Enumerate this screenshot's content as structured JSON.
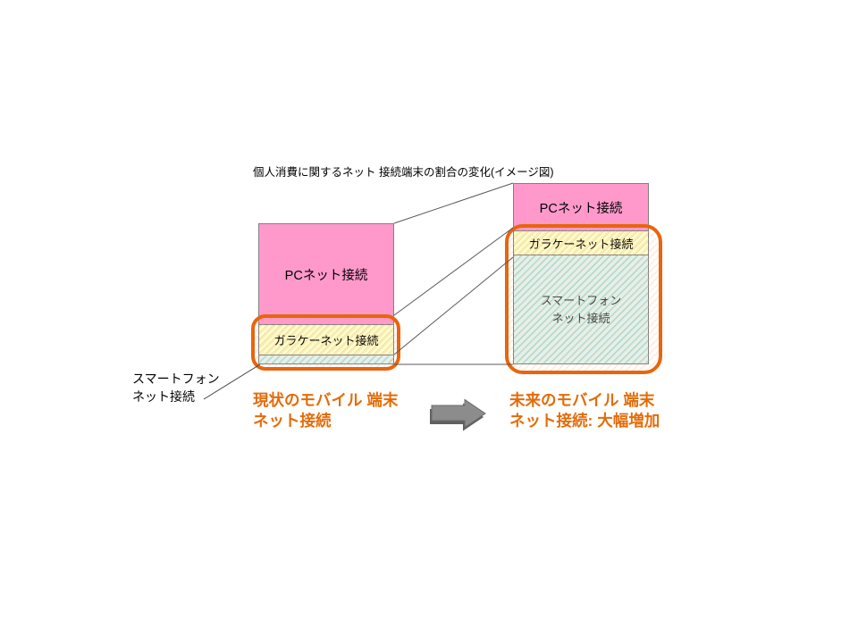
{
  "title": "個人消費に関するネット 接続端末の割合の変化(イメージ図)",
  "colors": {
    "pc_fill": "#FF99CC",
    "garake_fill": "#FFFFCC",
    "smartphone_fill": "#E0F2ED",
    "highlight_border": "#E8650D",
    "caption_text": "#E36C09",
    "connector_line": "#595959",
    "arrow_fill": "#8C8C8C"
  },
  "current_bar": {
    "pc_label": "PCネット接続",
    "garake_label": "ガラケーネット接続",
    "caption_line1": "現状のモバイル 端末",
    "caption_line2": "ネット接続"
  },
  "future_bar": {
    "pc_label": "PCネット接続",
    "garake_label": "ガラケーネット接続",
    "smartphone_label_line1": "スマートフォン",
    "smartphone_label_line2": "ネット接続",
    "caption_line1": "未来のモバイル 端末",
    "caption_line2": "ネット接続: 大幅増加"
  },
  "side_label": {
    "line1": "スマートフォン",
    "line2": "ネット接続"
  }
}
